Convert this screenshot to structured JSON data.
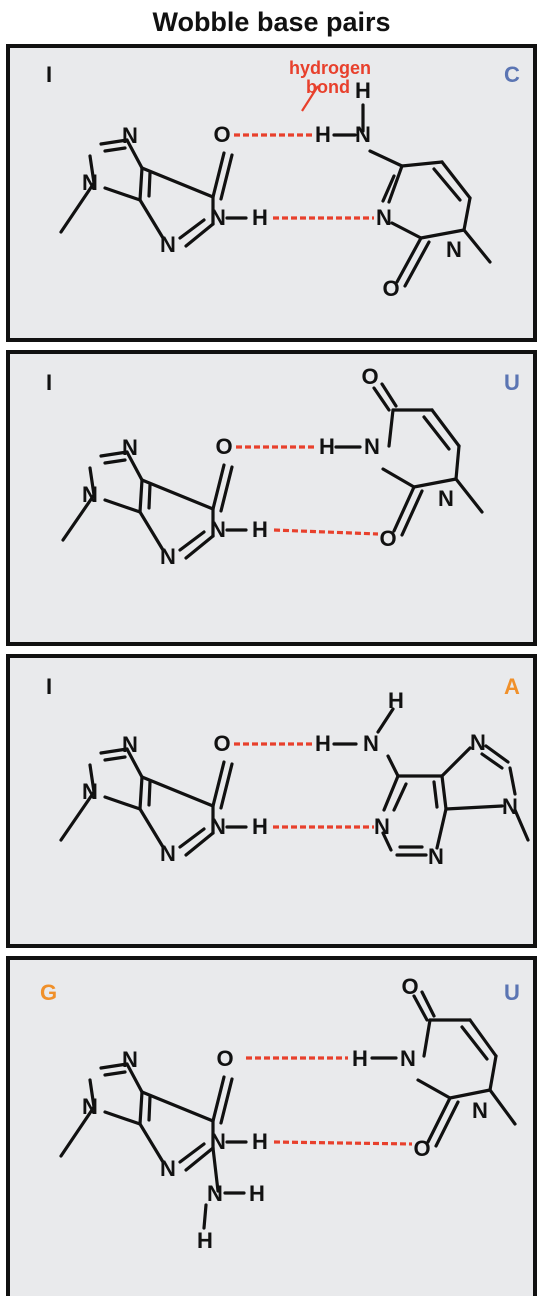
{
  "title": "Wobble base pairs",
  "colors": {
    "hydrogen_bond": "#e8402c",
    "pyrimidine_label": "#5b75b3",
    "purine_label": "#f0902a"
  },
  "atoms": {
    "N": "N",
    "O": "O",
    "H": "H"
  },
  "annotation": {
    "line1": "hydrogen",
    "line2": "bond"
  },
  "pairs": [
    {
      "left": "I",
      "right": "C",
      "right_color": "#5b75b3"
    },
    {
      "left": "I",
      "right": "U",
      "right_color": "#5b75b3"
    },
    {
      "left": "I",
      "right": "A",
      "right_color": "#f0902a"
    },
    {
      "left": "G",
      "left_color": "#f0902a",
      "right": "U",
      "right_color": "#5b75b3"
    }
  ]
}
